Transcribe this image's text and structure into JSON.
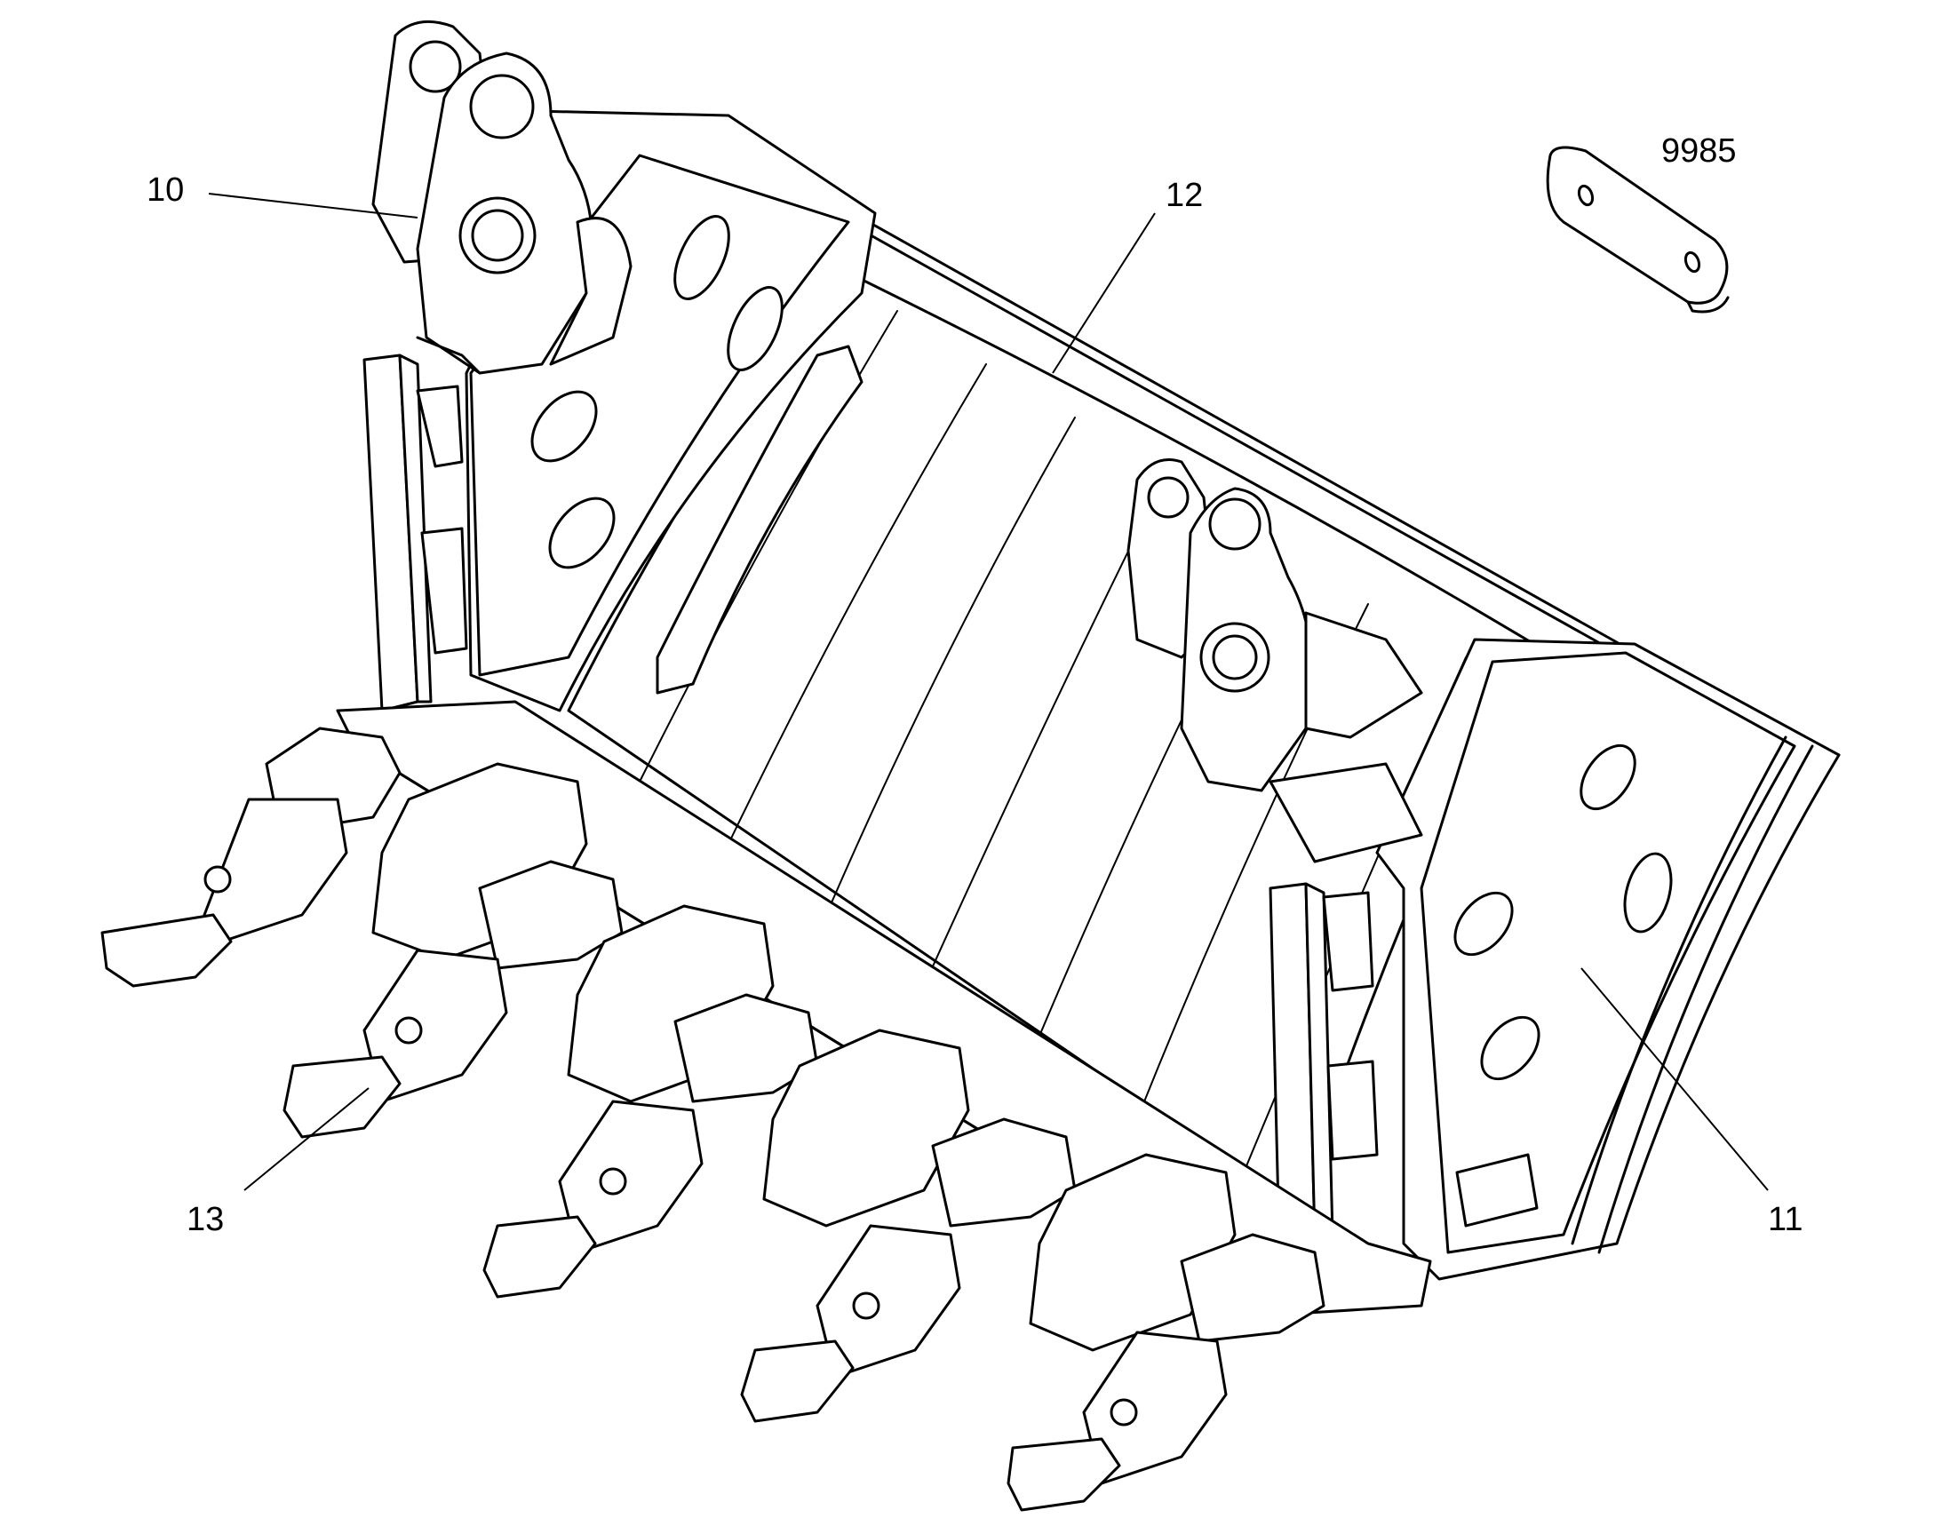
{
  "figure": {
    "callouts": {
      "c10": "10",
      "c11": "11",
      "c12": "12",
      "c13": "13",
      "c9985": "9985"
    }
  }
}
